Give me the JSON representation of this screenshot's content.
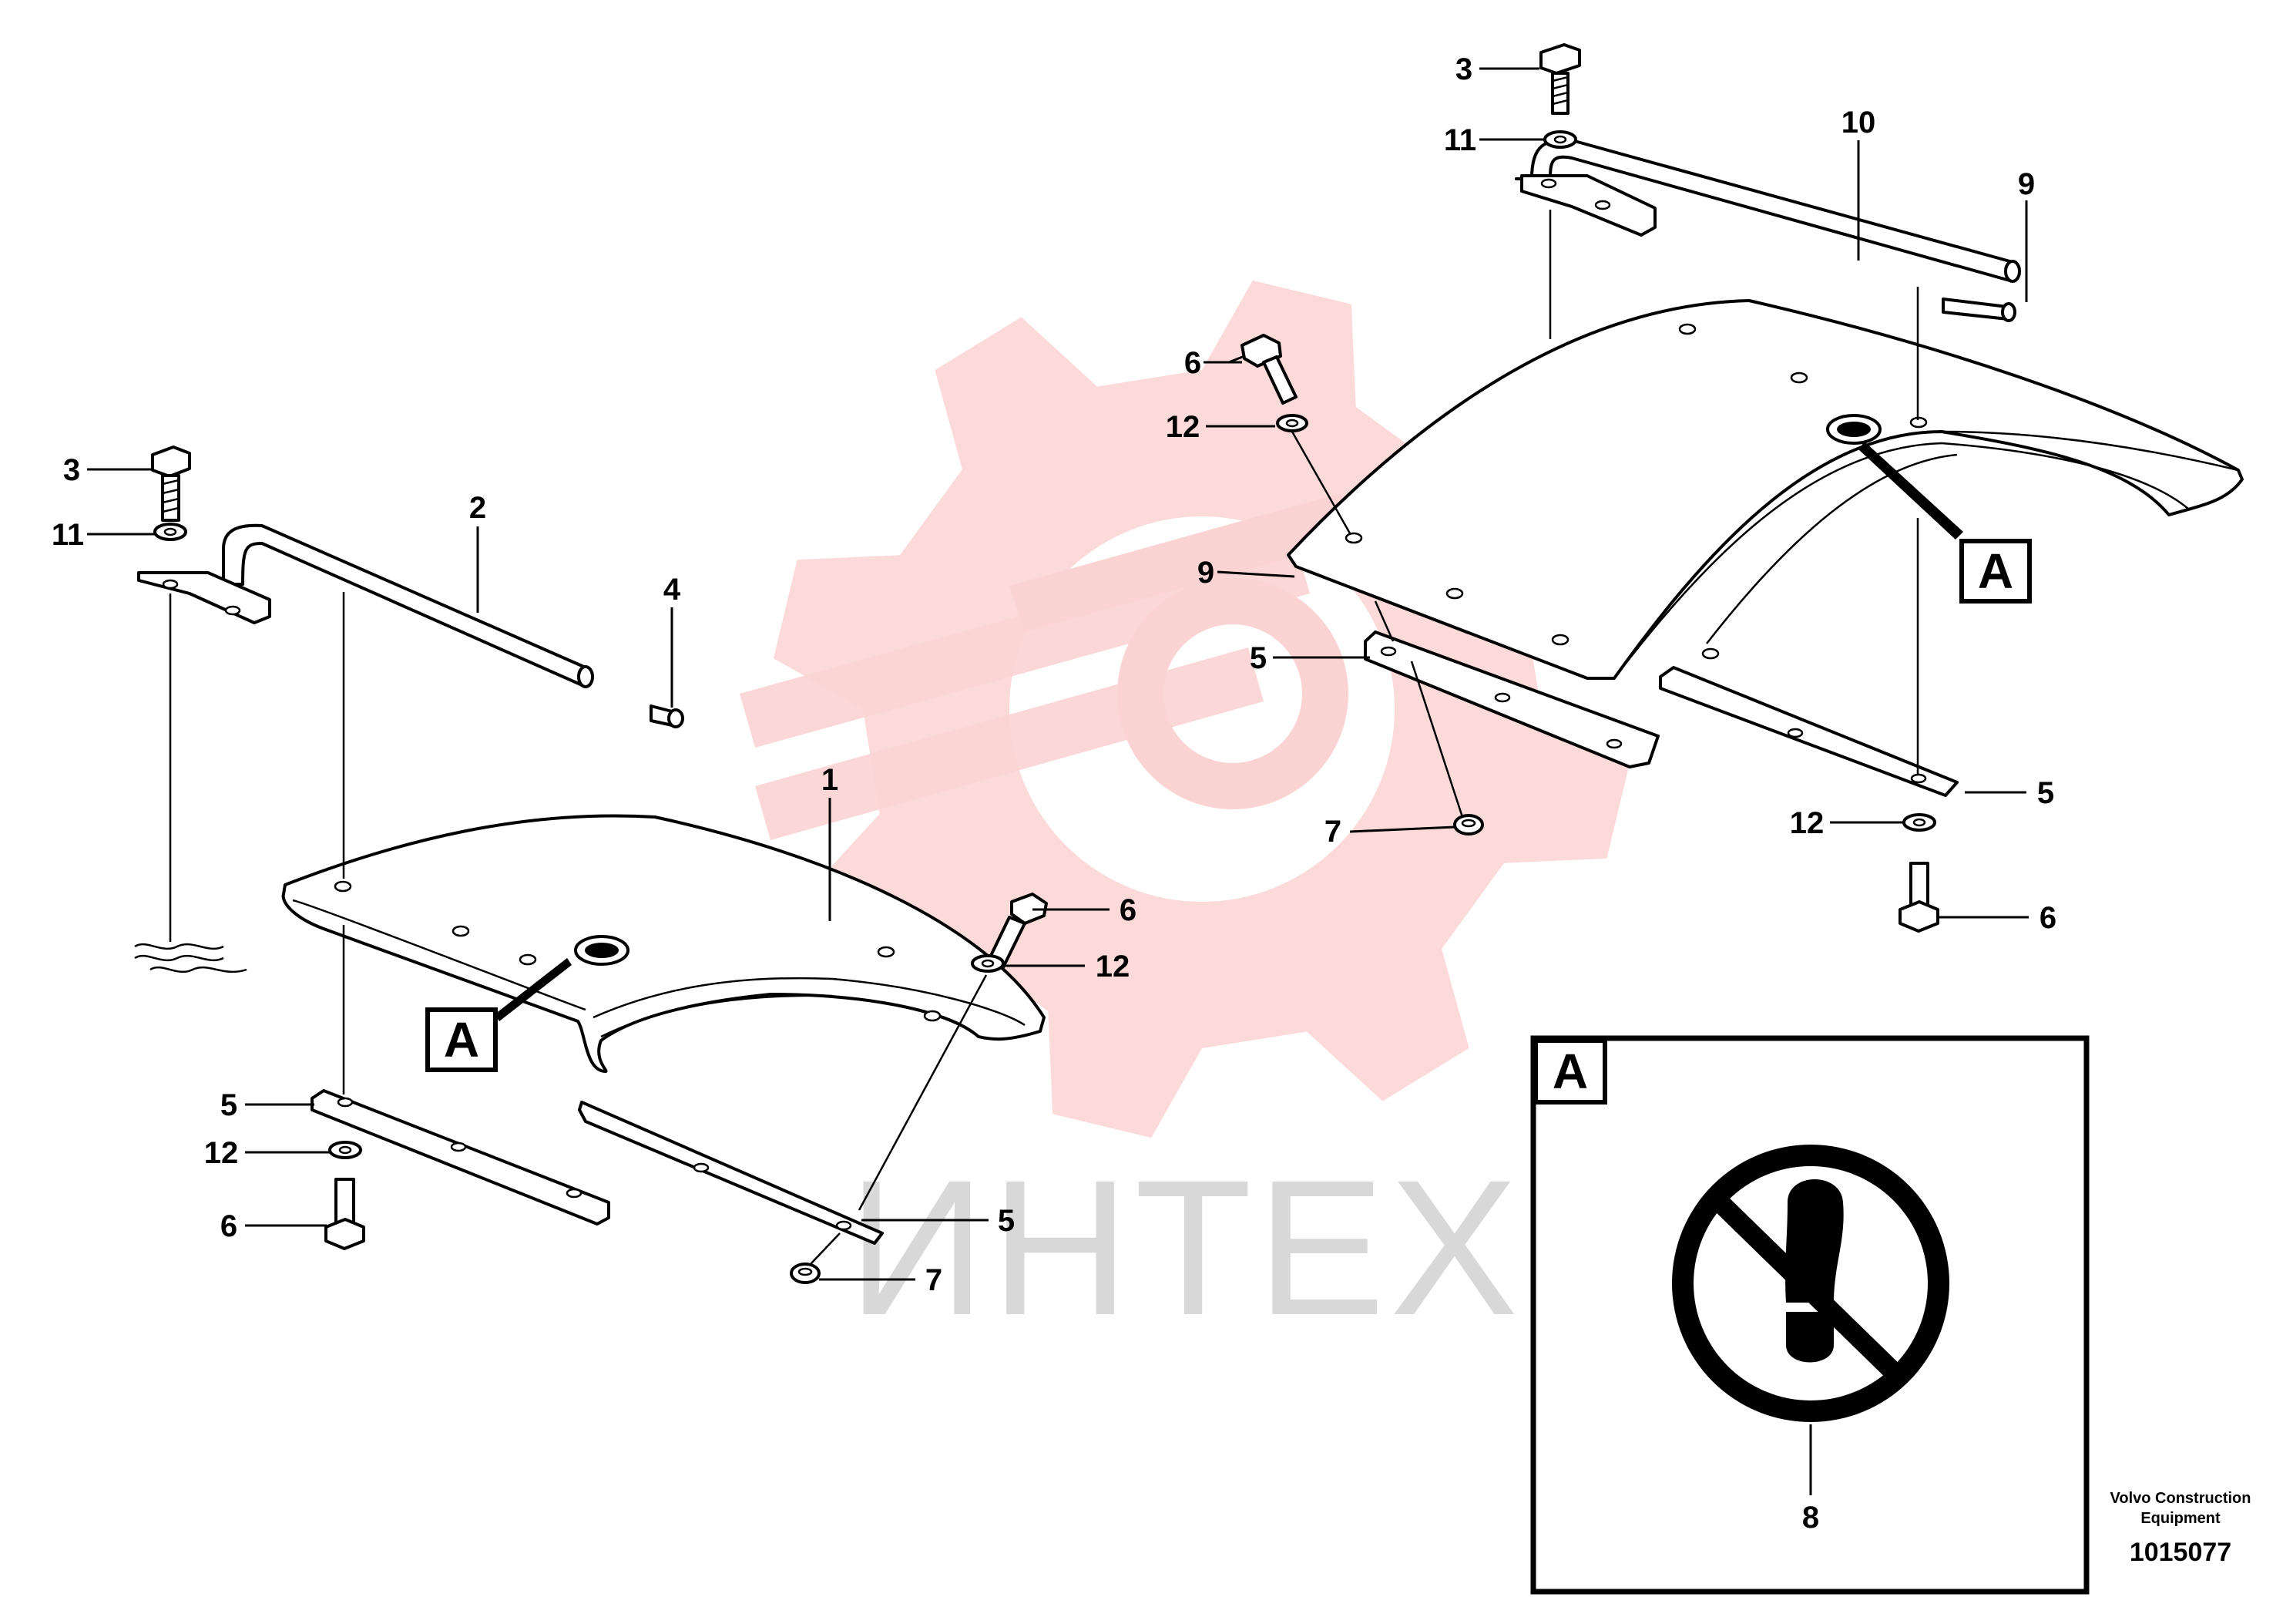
{
  "watermark": {
    "text": "ИНТЕХ",
    "gear_color": "#fbd3d3",
    "text_color": "#d8d8d8"
  },
  "callouts": [
    {
      "id": "A-right",
      "letter": "A"
    },
    {
      "id": "A-left",
      "letter": "A"
    }
  ],
  "detail": {
    "letter": "A",
    "symbol": "no-step-sign-icon",
    "item_number": "8"
  },
  "credit": {
    "line1": "Volvo Construction",
    "line2": "Equipment",
    "drawing_number": "1015077"
  },
  "labels": {
    "r_3": "3",
    "r_11": "11",
    "r_10": "10",
    "r_9_top": "9",
    "r_6": "6",
    "r_12": "12",
    "r_9_left": "9",
    "r_5_left": "5",
    "r_7": "7",
    "r_12_right": "12",
    "r_5_right": "5",
    "r_6_right": "6",
    "l_3": "3",
    "l_11": "11",
    "l_2": "2",
    "l_4": "4",
    "l_1": "1",
    "l_6_right": "6",
    "l_12_right": "12",
    "l_5": "5",
    "l_12": "12",
    "l_6": "6",
    "l_5_right": "5",
    "l_7": "7"
  }
}
